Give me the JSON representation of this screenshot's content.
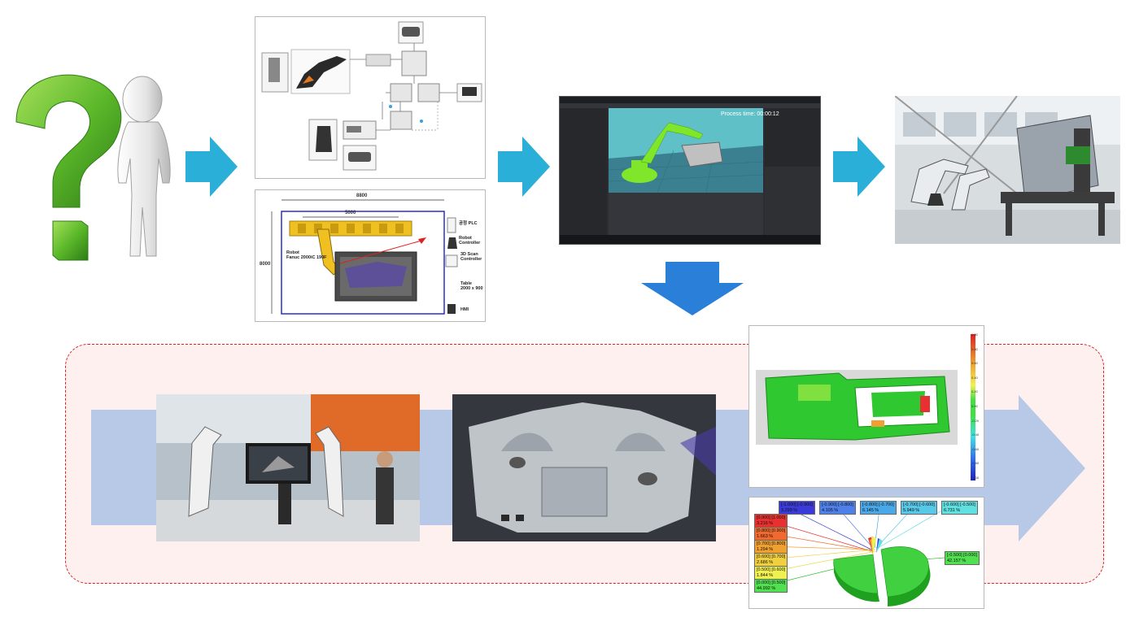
{
  "layout_diagram": {
    "width_label": "8800",
    "inner_width_label": "5000",
    "height_label": "8000",
    "labels": {
      "plc": "공정 PLC",
      "robot_controller_1": "Robot",
      "robot_controller_2": "Controller",
      "scan_controller_1": "3D Scan",
      "scan_controller_2": "Controller",
      "robot_1": "Robot",
      "robot_2": "Fanuc 2000iC 190F",
      "table_1": "Table",
      "table_2": "2000 x 900",
      "hmi": "HMI"
    }
  },
  "simulation": {
    "process_time": "Process time: 00:00:12"
  },
  "pie_labels": {
    "top": [
      {
        "text": "[-1.000] [-0.900]\n3.299 %",
        "color": "#3a3ad8"
      },
      {
        "text": "[-0.900] [-0.800]\n4.105 %",
        "color": "#4f7fe8"
      },
      {
        "text": "[-0.800] [-0.700]\n6.145 %",
        "color": "#4aa8e8"
      },
      {
        "text": "[-0.700] [-0.600]\n5.949 %",
        "color": "#58c8e8"
      },
      {
        "text": "[-0.600] [-0.500]\n6.731 %",
        "color": "#60e0e0"
      }
    ],
    "left": [
      {
        "text": "[0.900] [1.000]\n3.216 %",
        "color": "#e83030"
      },
      {
        "text": "[0.800] [0.900]\n1.663 %",
        "color": "#f06a30"
      },
      {
        "text": "[0.700] [0.800]\n1.294 %",
        "color": "#f0a030"
      },
      {
        "text": "[0.600] [0.700]\n2.686 %",
        "color": "#f0d040"
      },
      {
        "text": "[0.500] [0.600]\n1.844 %",
        "color": "#f0f050"
      },
      {
        "text": "[0.000] [0.500]\n44.992 %",
        "color": "#50e050"
      }
    ],
    "right": {
      "text": "[-0.500] [0.000]\n42.157 %",
      "color": "#50e050"
    }
  },
  "colorbar_ticks": [
    "1.00",
    "0.80",
    "0.60",
    "0.40",
    "0.20",
    "0.00",
    "-0.20",
    "-0.40",
    "-0.60",
    "-0.80",
    "-1.00"
  ],
  "colors": {
    "flow_arrow": "#2ab0d8",
    "down_arrow": "#2a7fd8",
    "big_arrow": "#b8c9e8",
    "dashed_border": "#e02020",
    "dashed_fill": "#fff0f0",
    "robot_green": "#7fe62a"
  }
}
